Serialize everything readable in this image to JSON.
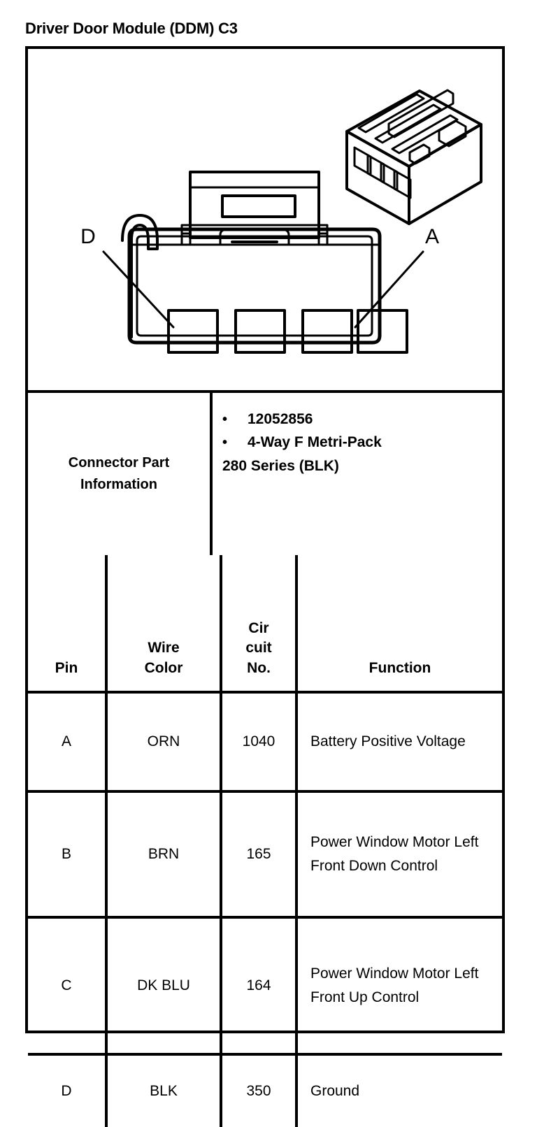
{
  "page": {
    "title": "Driver Door Module (DDM) C3"
  },
  "illustration": {
    "name": "connector-face-and-isometric-view",
    "pin_callouts": [
      {
        "label": "D",
        "position": "left"
      },
      {
        "label": "A",
        "position": "right"
      }
    ],
    "cavity_count": 4
  },
  "connector_part_information": {
    "label": "Connector Part Information",
    "bullets": [
      "12052856",
      "4-Way F Metri-Pack"
    ],
    "continuation": "280 Series (BLK)",
    "bullet_glyph": "•"
  },
  "pin_table": {
    "headers": {
      "pin": "Pin",
      "wire_color_line1": "Wire",
      "wire_color_line2": "Color",
      "circuit_line1": "Cir",
      "circuit_line2": "cuit",
      "circuit_line3": "No.",
      "function": "Function"
    },
    "rows": [
      {
        "pin": "A",
        "wire_color": "ORN",
        "circuit_no": "1040",
        "function": "Battery Positive Voltage"
      },
      {
        "pin": "B",
        "wire_color": "BRN",
        "circuit_no": "165",
        "function": "Power Window Motor Left Front Down Control"
      },
      {
        "pin": "C",
        "wire_color": "DK BLU",
        "circuit_no": "164",
        "function": "Power Window Motor Left Front Up Control"
      },
      {
        "pin": "D",
        "wire_color": "BLK",
        "circuit_no": "350",
        "function": "Ground"
      }
    ]
  },
  "colors": {
    "ink": "#000000",
    "paper": "#ffffff"
  }
}
